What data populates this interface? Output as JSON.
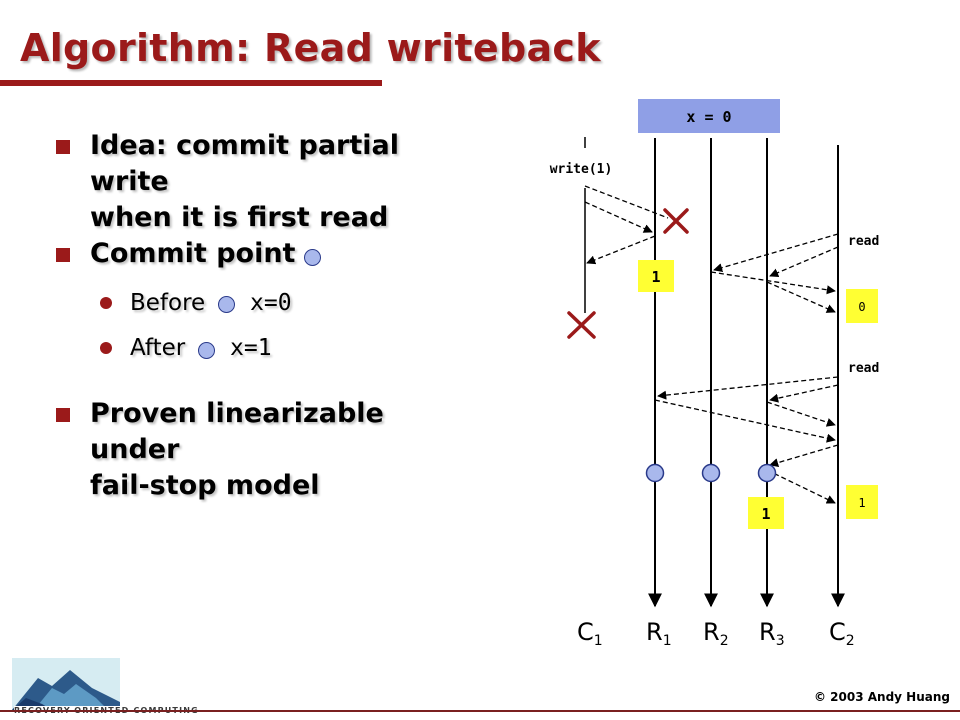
{
  "title": "Algorithm: Read writeback",
  "bullets": [
    {
      "line1": "Idea: commit partial write",
      "line2": "when it is first read"
    },
    {
      "line1": "Commit point"
    },
    {
      "line1": "Proven linearizable under",
      "line2": "fail-stop model"
    }
  ],
  "sub_bullets": [
    {
      "label": "Before",
      "value": "x=0"
    },
    {
      "label": "After",
      "value": "x=1"
    }
  ],
  "diagram": {
    "initial_state": "x = 0",
    "write_label": "write(1)",
    "read_label_1": "read",
    "read_label_2": "read",
    "value_r1": "1",
    "value_read_1": "0",
    "value_r3": "1",
    "value_read_2": "1",
    "lifelines": [
      {
        "base": "C",
        "sub": "1"
      },
      {
        "base": "R",
        "sub": "1"
      },
      {
        "base": "R",
        "sub": "2"
      },
      {
        "base": "R",
        "sub": "3"
      },
      {
        "base": "C",
        "sub": "2"
      }
    ],
    "colors": {
      "state_box": "#8f9fe6",
      "value_box": "#ffff33",
      "crash_mark": "#9b1a1a",
      "commit_dot": "#a9b8ec"
    }
  },
  "footer": {
    "copyright": "© 2003 Andy Huang"
  },
  "logo": {
    "caption": "RECOVERY-ORIENTED COMPUTING"
  }
}
